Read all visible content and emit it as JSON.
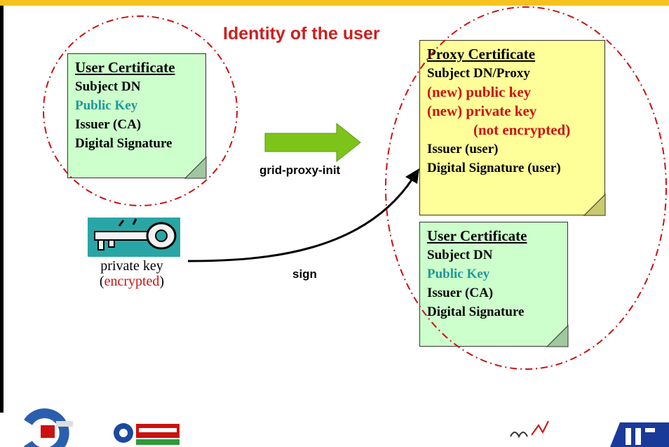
{
  "title": "Identity of the user",
  "user_cert_left": {
    "heading": "User Certificate",
    "lines": [
      "Subject DN",
      "Public Key",
      "Issuer (CA)",
      "Digital Signature"
    ]
  },
  "proxy_cert": {
    "heading": "Proxy Certificate",
    "lines": [
      "Subject DN/Proxy",
      "(new) public key",
      "(new) private key",
      "(not encrypted)",
      "Issuer (user)",
      "Digital Signature (user)"
    ]
  },
  "user_cert_right": {
    "heading": "User Certificate",
    "lines": [
      "Subject DN",
      "Public Key",
      "Issuer (CA)",
      "Digital Signature"
    ]
  },
  "arrow_label": "grid-proxy-init",
  "sign_label": "sign",
  "private_key": {
    "label": "private key",
    "paren_open": "(",
    "state": "encrypted",
    "paren_close": ")"
  },
  "colors": {
    "green_note": "#ccffcc",
    "yellow_note": "#ffff99",
    "title_red": "#cc1f1f",
    "teal": "#1f9999",
    "arrow_green": "#7dc41a"
  }
}
